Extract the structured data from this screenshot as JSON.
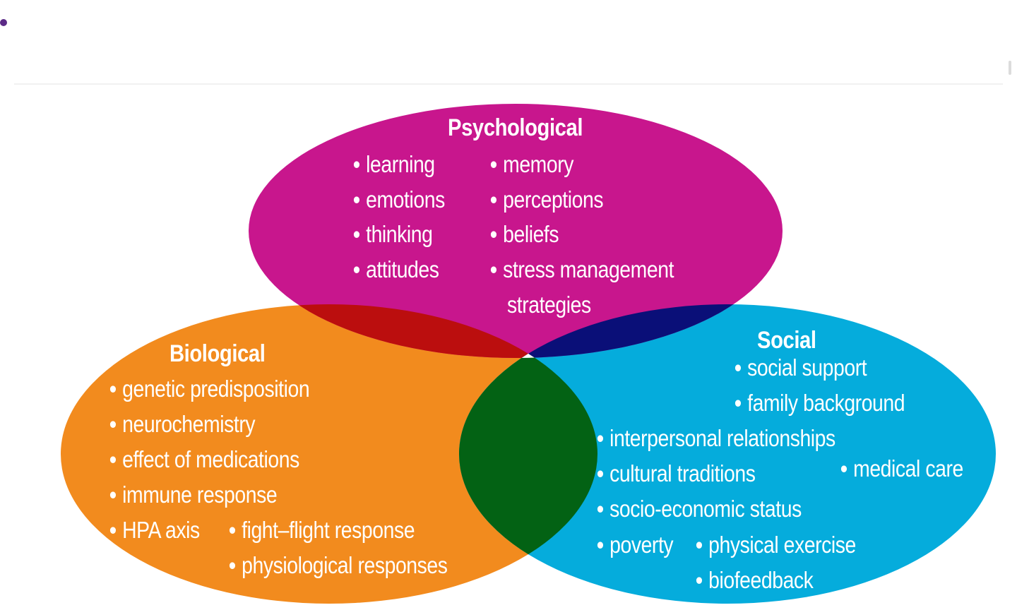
{
  "colors": {
    "psychological": "#c8168d",
    "biological": "#f28b1e",
    "social": "#05acdc",
    "bio_psych_overlap": "#bb0e0e",
    "psych_social_overlap": "#0a0f78",
    "bio_social_overlap": "#036214",
    "center": "#ffffff"
  },
  "psychological": {
    "title": "Psychological",
    "col1": [
      "learning",
      "emotions",
      "thinking",
      "attitudes"
    ],
    "col2": [
      "memory",
      "perceptions",
      "beliefs",
      "stress management"
    ],
    "col2_continuation": "strategies"
  },
  "biological": {
    "title": "Biological",
    "items": [
      "genetic predisposition",
      "neurochemistry",
      "effect of medications",
      "immune response",
      "HPA axis"
    ],
    "col2": [
      "fight–flight response",
      "physiological responses"
    ]
  },
  "social": {
    "title": "Social",
    "top_items": [
      "social support",
      "family background"
    ],
    "items": [
      "interpersonal relationships",
      "cultural traditions",
      "socio-economic status",
      "poverty"
    ],
    "side_item": "medical care",
    "col2": [
      "physical exercise",
      "biofeedback"
    ]
  }
}
